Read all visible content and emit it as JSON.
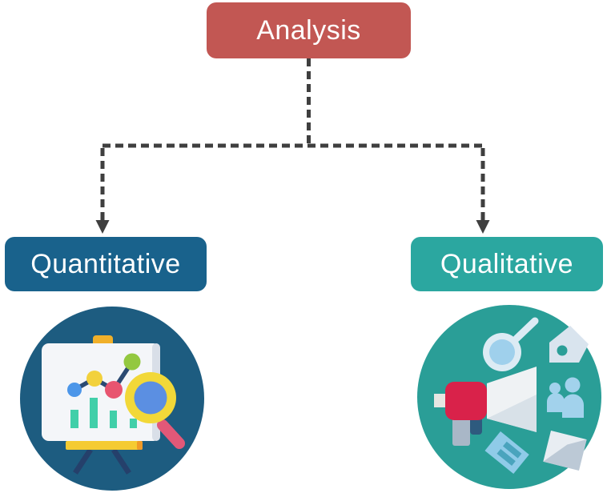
{
  "nodes": {
    "root": {
      "label": "Analysis",
      "bg": "#c25753",
      "text_color": "#ffffff"
    },
    "left": {
      "label": "Quantitative",
      "bg": "#19628c",
      "text_color": "#ffffff"
    },
    "right": {
      "label": "Qualitative",
      "bg": "#2ba7a0",
      "text_color": "#ffffff"
    }
  },
  "connectors": {
    "color": "#3f3f3f",
    "style": "dashed"
  },
  "icons": {
    "quantitative": {
      "name": "presentation-chart-magnifier",
      "circle_bg": "#1d5c80",
      "board": "#f4f6f9",
      "board_shadow": "#d9dfe8",
      "knob": "#f0b02a",
      "tray": "#f5cb32",
      "tray_tip": "#f09a28",
      "legs": "#25406b",
      "line": "#2b4a73",
      "dot_blue": "#4c96e9",
      "dot_yellow": "#f2d13c",
      "dot_red": "#e85570",
      "dot_green": "#93c840",
      "bar": "#41cfa9",
      "magnifier_ring": "#f2d838",
      "magnifier_lens": "#5b8fe2",
      "magnifier_handle": "#e25878"
    },
    "qualitative": {
      "name": "megaphone-research",
      "circle_bg": "#2a9e97",
      "megaphone_body": "#d9224a",
      "megaphone_mouth": "#e6e6e3",
      "cone": "#eff2f4",
      "cone_shade": "#d8e1e8",
      "handle_gray": "#a9b7c7",
      "handle_navy": "#2e5a7e",
      "light_blue": "#9fd0ec",
      "pale_blue": "#dcebf4",
      "tag": "#d9e4ee",
      "people": "#a2d2ec",
      "doc": "#8fcbe8",
      "doc_stripe": "#4aa4bd",
      "paper": "#e8edf2",
      "paper_shade": "#bcc9d6"
    }
  }
}
